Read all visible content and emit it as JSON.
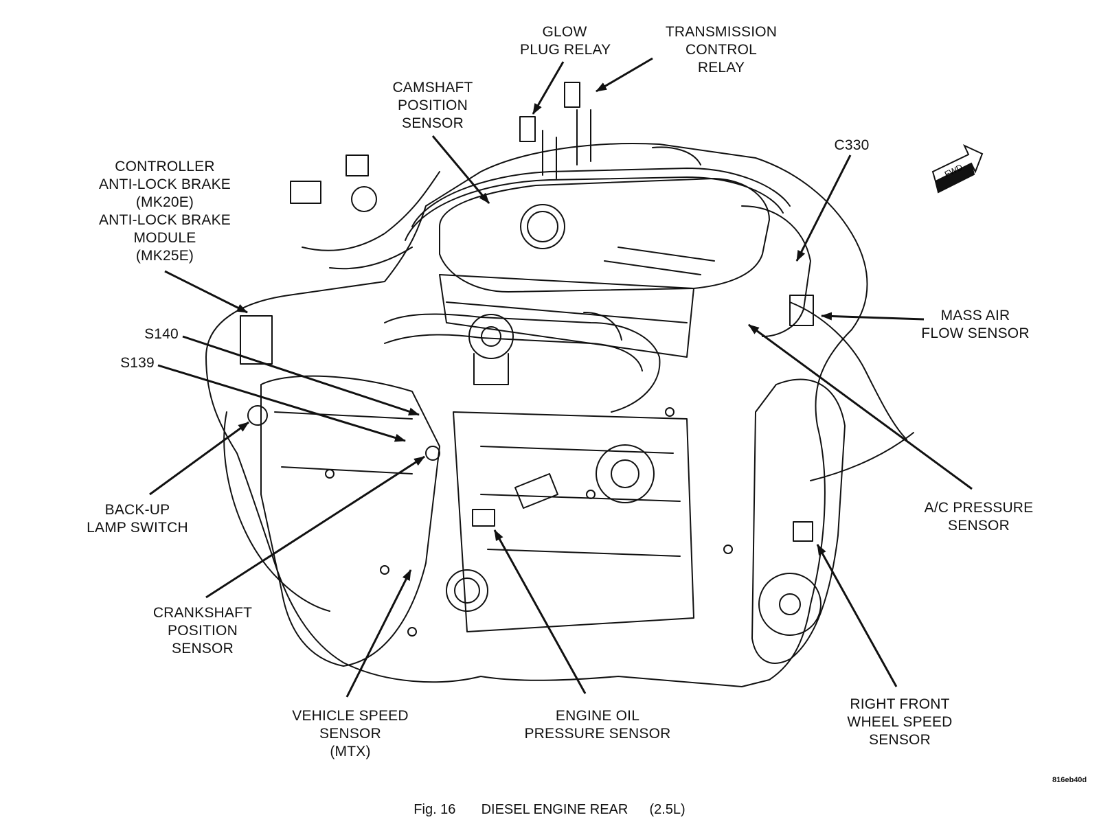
{
  "labels": {
    "glow_plug_relay": [
      "GLOW",
      "PLUG RELAY"
    ],
    "transmission_control_relay": [
      "TRANSMISSION",
      "CONTROL",
      "RELAY"
    ],
    "camshaft_position_sensor": [
      "CAMSHAFT",
      "POSITION",
      "SENSOR"
    ],
    "c330": [
      "C330"
    ],
    "controller_anti_lock_brake": [
      "CONTROLLER",
      "ANTI-LOCK BRAKE",
      "(MK20E)",
      "ANTI-LOCK BRAKE",
      "MODULE",
      "(MK25E)"
    ],
    "mass_air_flow_sensor": [
      "MASS AIR",
      "FLOW SENSOR"
    ],
    "s140": [
      "S140"
    ],
    "s139": [
      "S139"
    ],
    "back_up_lamp_switch": [
      "BACK-UP",
      "LAMP SWITCH"
    ],
    "ac_pressure_sensor": [
      "A/C PRESSURE",
      "SENSOR"
    ],
    "crankshaft_position_sensor": [
      "CRANKSHAFT",
      "POSITION",
      "SENSOR"
    ],
    "vehicle_speed_sensor": [
      "VEHICLE SPEED",
      "SENSOR",
      "(MTX)"
    ],
    "engine_oil_pressure_sensor": [
      "ENGINE OIL",
      "PRESSURE SENSOR"
    ],
    "right_front_wheel_speed_sensor": [
      "RIGHT FRONT",
      "WHEEL SPEED",
      "SENSOR"
    ]
  },
  "fwd_label": "FWD",
  "image_code": "816eb40d",
  "caption": {
    "fig": "Fig. 16",
    "title": "DIESEL ENGINE REAR",
    "spec": "(2.5L)"
  },
  "colors": {
    "ink": "#111111",
    "background": "#ffffff"
  }
}
